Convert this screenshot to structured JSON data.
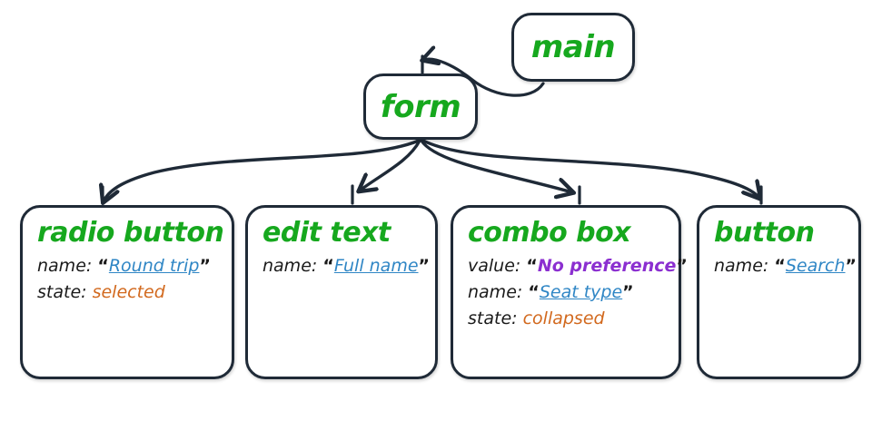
{
  "diagram": {
    "type": "accessibility-tree",
    "colors": {
      "node_border": "#1f2a37",
      "node_title": "#16a81e",
      "attr_key": "#1a1a1a",
      "value_link": "#2f86c5",
      "value_highlight": "#8b2fd0",
      "state_value": "#d2691e",
      "background": "#ffffff"
    },
    "nodes": [
      {
        "id": "main",
        "title": "main",
        "attributes": []
      },
      {
        "id": "form",
        "title": "form",
        "attributes": []
      },
      {
        "id": "radio-button",
        "title": "radio button",
        "attributes": [
          {
            "key": "name:",
            "open_quote": "“",
            "value": "Round trip",
            "close_quote": "”",
            "style": "link"
          },
          {
            "key": "state:",
            "open_quote": "",
            "value": "selected",
            "close_quote": "",
            "style": "state"
          }
        ]
      },
      {
        "id": "edit-text",
        "title": "edit text",
        "attributes": [
          {
            "key": "name:",
            "open_quote": "“",
            "value": "Full name",
            "close_quote": "”",
            "style": "link"
          }
        ]
      },
      {
        "id": "combo-box",
        "title": "combo box",
        "attributes": [
          {
            "key": "value:",
            "open_quote": "“",
            "value": "No preference",
            "close_quote": "”",
            "style": "highlight"
          },
          {
            "key": "name:",
            "open_quote": "“",
            "value": "Seat type",
            "close_quote": "”",
            "style": "link"
          },
          {
            "key": "state:",
            "open_quote": "",
            "value": "collapsed",
            "close_quote": "",
            "style": "state"
          }
        ]
      },
      {
        "id": "button",
        "title": "button",
        "attributes": [
          {
            "key": "name:",
            "open_quote": "“",
            "value": "Search",
            "close_quote": "”",
            "style": "link"
          }
        ]
      }
    ],
    "edges": [
      {
        "from": "main",
        "to": "form"
      },
      {
        "from": "form",
        "to": "radio-button"
      },
      {
        "from": "form",
        "to": "edit-text"
      },
      {
        "from": "form",
        "to": "combo-box"
      },
      {
        "from": "form",
        "to": "button"
      }
    ]
  }
}
